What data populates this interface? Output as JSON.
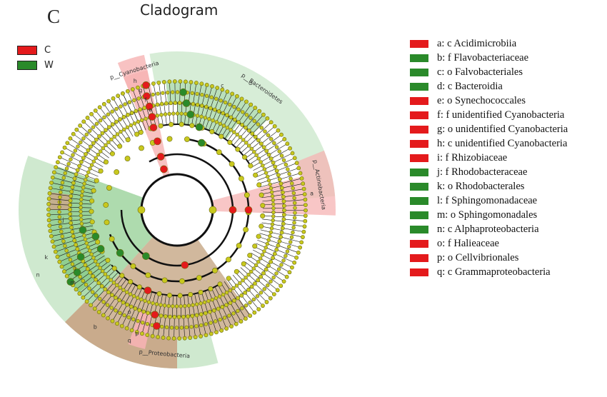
{
  "panel_letter": "C",
  "title": "Cladogram",
  "colors": {
    "C": "#e41a1c",
    "W": "#2a8a2a",
    "node": "#c8c81e",
    "C_shade": "#f6b3b3",
    "W_shade": "#8ccc8c",
    "brown_shade": "#c9ab8c",
    "outer_light": "#cfe9cf"
  },
  "groups": [
    {
      "name": "C",
      "color": "#e41a1c"
    },
    {
      "name": "W",
      "color": "#2a8a2a"
    }
  ],
  "phylum_labels": [
    "p__Cyanobacteria",
    "p__Bacteroidetes",
    "p__Actinobacteria",
    "p__Proteobacteria"
  ],
  "clade_letters": [
    "a",
    "b",
    "c",
    "d",
    "e",
    "f",
    "g",
    "h",
    "i",
    "j",
    "k",
    "l",
    "m",
    "n",
    "o",
    "p",
    "q"
  ],
  "taxa": [
    {
      "label": "a: c Acidimicrobiia",
      "group": "C"
    },
    {
      "label": "b: f Flavobacteriaceae",
      "group": "W"
    },
    {
      "label": "c: o Falvobacteriales",
      "group": "W"
    },
    {
      "label": "d: c Bacteroidia",
      "group": "W"
    },
    {
      "label": "e: o Synechococcales",
      "group": "C"
    },
    {
      "label": "f: f unidentified Cyanobacteria",
      "group": "C"
    },
    {
      "label": "g: o unidentified Cyanobacteria",
      "group": "C"
    },
    {
      "label": "h: c unidentified Cyanobacteria",
      "group": "C"
    },
    {
      "label": "i: f Rhizobiaceae",
      "group": "C"
    },
    {
      "label": "j: f Rhodobacteraceae",
      "group": "W"
    },
    {
      "label": "k: o Rhodobacterales",
      "group": "W"
    },
    {
      "label": "l: f Sphingomonadaceae",
      "group": "W"
    },
    {
      "label": "m: o Sphingomonadales",
      "group": "W"
    },
    {
      "label": "n: c Alphaproteobacteria",
      "group": "W"
    },
    {
      "label": "o: f Halieaceae",
      "group": "C"
    },
    {
      "label": "p: o Cellvibrionales",
      "group": "C"
    },
    {
      "label": "q: c Grammaproteobacteria",
      "group": "C"
    }
  ]
}
